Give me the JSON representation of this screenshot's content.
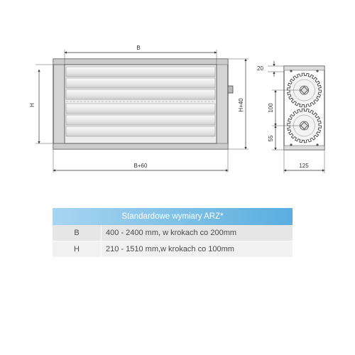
{
  "drawing": {
    "front_view": {
      "dim_width": "B",
      "dim_overall_width": "B+60",
      "dim_height": "H",
      "dim_overall_height": "H+40"
    },
    "side_view": {
      "dim_top_offset": "20",
      "dim_gear_spacing": "100",
      "dim_bottom_offset": "55",
      "dim_depth": "125"
    }
  },
  "table": {
    "header": "Standardowe wymiary ARZ*",
    "rows": [
      {
        "key": "B",
        "value": "400 - 2400 mm, w krokach co 200mm"
      },
      {
        "key": "H",
        "value": "210 - 1510 mm,w krokach co 100mm"
      }
    ]
  },
  "colors": {
    "header_gradient_start": "#9fd0ee",
    "header_gradient_end": "#5aaedf",
    "row_b_bg": "#e6e6e6",
    "row_h_bg": "#f1f1f1",
    "line": "#333333"
  }
}
